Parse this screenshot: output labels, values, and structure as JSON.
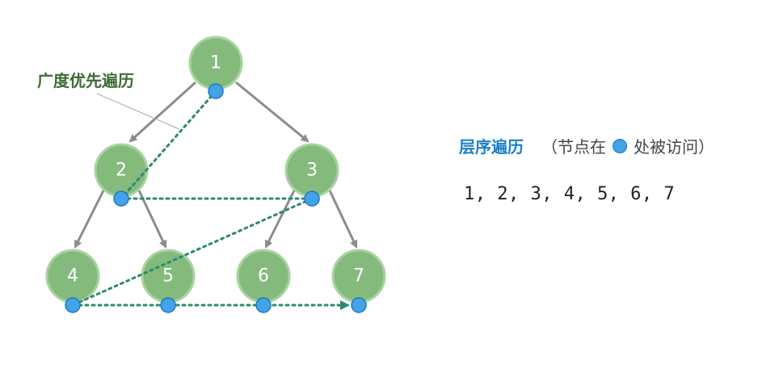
{
  "bfs_label": "广度优先遍历",
  "legend": {
    "title": "层序遍历",
    "note_prefix": "（节点在",
    "note_suffix": "处被访问）"
  },
  "sequence": "1, 2, 3, 4, 5, 6, 7",
  "nodes": [
    {
      "id": "1",
      "label": "1"
    },
    {
      "id": "2",
      "label": "2"
    },
    {
      "id": "3",
      "label": "3"
    },
    {
      "id": "4",
      "label": "4"
    },
    {
      "id": "5",
      "label": "5"
    },
    {
      "id": "6",
      "label": "6"
    },
    {
      "id": "7",
      "label": "7"
    }
  ],
  "colors": {
    "node_fill": "#84bb7d",
    "node_ring": "#a8d3a0",
    "edge": "#8c8c8c",
    "path": "#2e8a70",
    "visit_dot": "#44a2e8",
    "label_green": "#3f6b35",
    "title_blue": "#1b7fc9"
  }
}
